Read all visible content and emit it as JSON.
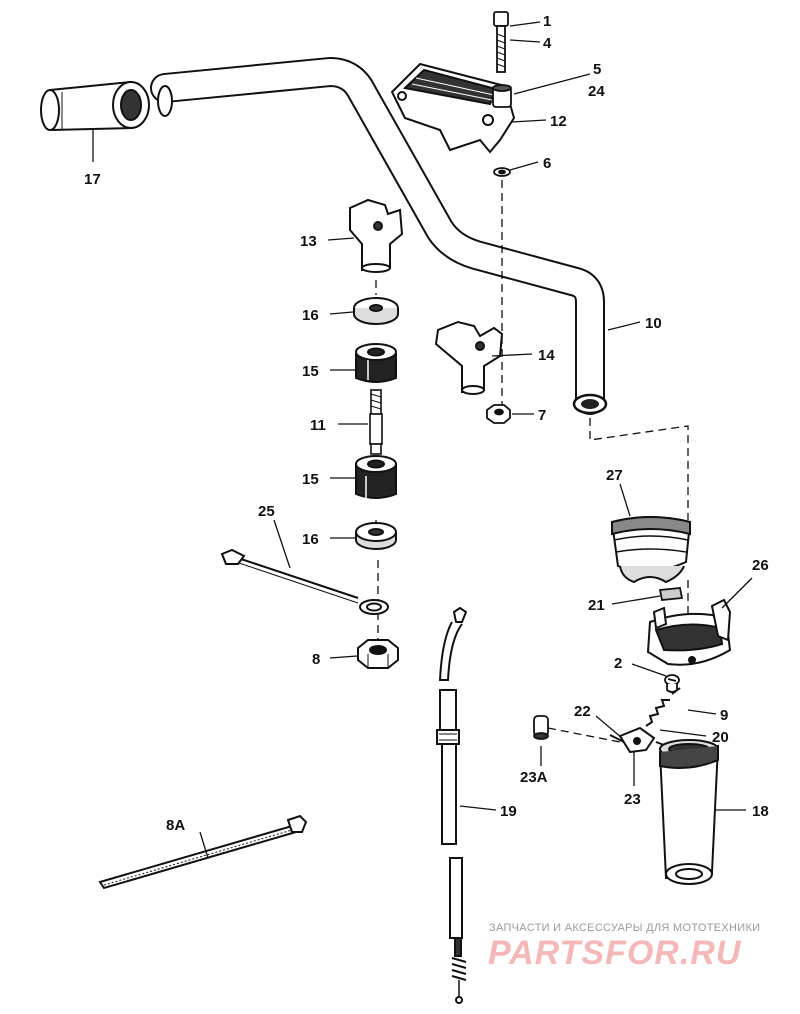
{
  "callouts": {
    "c1": "1",
    "c4": "4",
    "c5": "5",
    "c24": "24",
    "c12": "12",
    "c6": "6",
    "c17": "17",
    "c13": "13",
    "c16a": "16",
    "c10": "10",
    "c15a": "15",
    "c14": "14",
    "c11": "11",
    "c7": "7",
    "c15b": "15",
    "c27": "27",
    "c25": "25",
    "c16b": "16",
    "c26": "26",
    "c21": "21",
    "c8": "8",
    "c2": "2",
    "c9": "9",
    "c22": "22",
    "c20": "20",
    "c23a": "23A",
    "c23": "23",
    "c19": "19",
    "c18": "18",
    "c8a": "8A"
  },
  "watermark": {
    "tagline": "ЗАПЧАСТИ И АКСЕССУАРЫ ДЛЯ МОТОТЕХНИКИ",
    "logo": "PARTSFOR.RU"
  }
}
